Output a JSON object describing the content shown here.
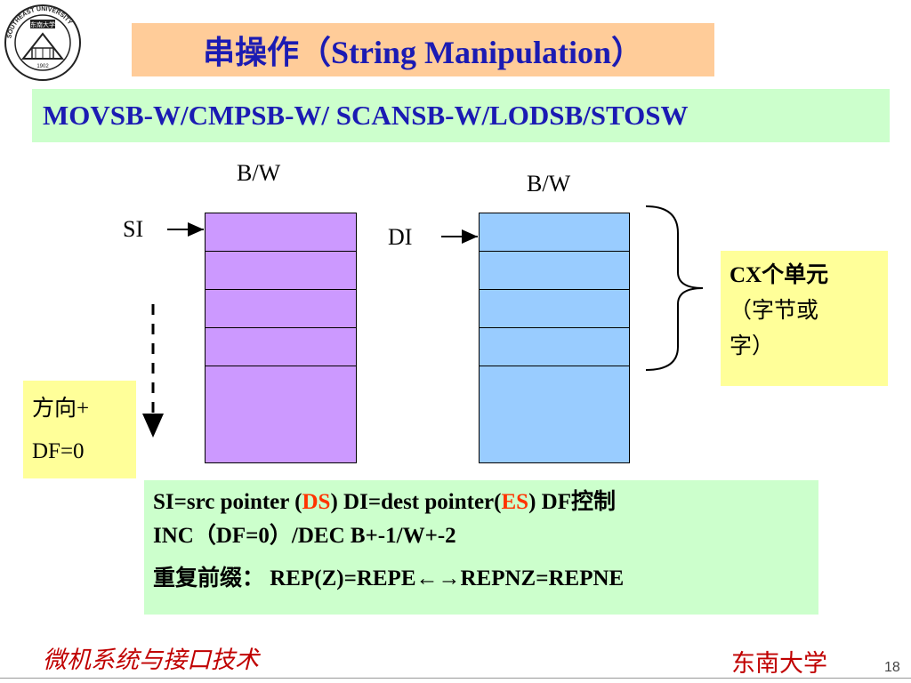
{
  "logo": {
    "text": "东南大学",
    "ring_text": "SOUTHEAST UNIVERSITY",
    "year": "1902"
  },
  "title": "串操作（String Manipulation）",
  "subtitle": "MOVSB-W/CMPSB-W/ SCANSB-W/LODSB/STOSW",
  "src_column": {
    "header": "B/W",
    "pointer": "SI"
  },
  "dst_column": {
    "header": "B/W",
    "pointer": "DI"
  },
  "cx_note": {
    "line1": "CX个单元",
    "line2": "（字节或",
    "line3": "字）"
  },
  "direction_note": {
    "line1": "方向+",
    "line2": "DF=0"
  },
  "info": {
    "line1_a": "SI=src pointer (",
    "line1_ds": "DS",
    "line1_b": ")  DI=dest pointer(",
    "line1_es": "ES",
    "line1_c": ")  DF控制",
    "line2": "INC（DF=0）/DEC  B+-1/W+-2",
    "line3": "重复前缀：  REP(Z)=REPE←→REPNZ=REPNE"
  },
  "footer": {
    "course": "微机系统与接口技术",
    "university": "东南大学",
    "page": "18"
  },
  "colors": {
    "title_bg": "#ffcc99",
    "subtitle_bg": "#ccffcc",
    "src_fill": "#cc99ff",
    "dst_fill": "#99ccff",
    "note_bg": "#ffff99",
    "accent_red": "#ff3300",
    "title_text": "#1b1bb3"
  }
}
